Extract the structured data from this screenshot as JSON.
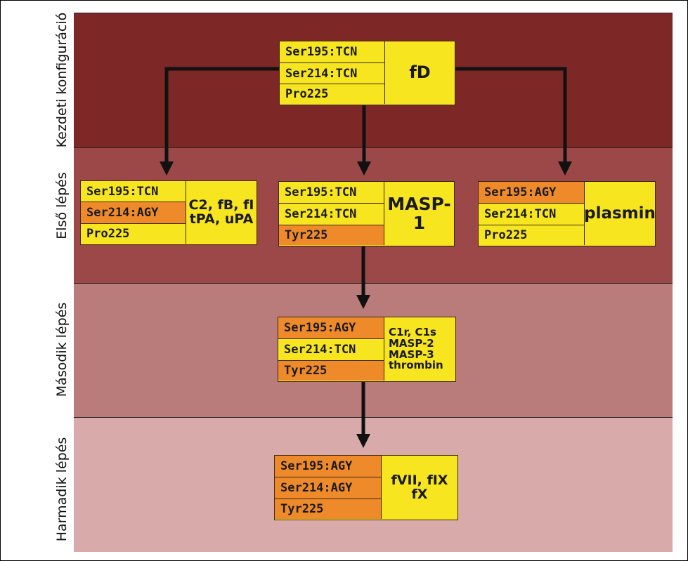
{
  "bands": [
    {
      "label": "Kezdeti konfiguráció",
      "color": "#7d2826"
    },
    {
      "label": "Első lépés",
      "color": "#9c4748"
    },
    {
      "label": "Második lépés",
      "color": "#ba7b7b"
    },
    {
      "label": "Harmadik lépés",
      "color": "#d8abaa"
    }
  ],
  "nodes": {
    "fd": {
      "rows": [
        {
          "text": "Ser195:TCN",
          "color": "yellow"
        },
        {
          "text": "Ser214:TCN",
          "color": "yellow"
        },
        {
          "text": "Pro225",
          "color": "yellow"
        }
      ],
      "name": "fD"
    },
    "c2": {
      "rows": [
        {
          "text": "Ser195:TCN",
          "color": "yellow"
        },
        {
          "text": "Ser214:AGY",
          "color": "orange"
        },
        {
          "text": "Pro225",
          "color": "yellow"
        }
      ],
      "name": "C2, fB, fI\ntPA, uPA"
    },
    "masp1": {
      "rows": [
        {
          "text": "Ser195:TCN",
          "color": "yellow"
        },
        {
          "text": "Ser214:TCN",
          "color": "yellow"
        },
        {
          "text": "Tyr225",
          "color": "orange"
        }
      ],
      "name": "MASP-1"
    },
    "plasmin": {
      "rows": [
        {
          "text": "Ser195:AGY",
          "color": "orange"
        },
        {
          "text": "Ser214:TCN",
          "color": "yellow"
        },
        {
          "text": "Pro225",
          "color": "yellow"
        }
      ],
      "name": "plasmin"
    },
    "c1r": {
      "rows": [
        {
          "text": "Ser195:AGY",
          "color": "orange"
        },
        {
          "text": "Ser214:TCN",
          "color": "yellow"
        },
        {
          "text": "Tyr225",
          "color": "orange"
        }
      ],
      "name": "C1r, C1s\nMASP-2\nMASP-3\nthrombin"
    },
    "fvii": {
      "rows": [
        {
          "text": "Ser195:AGY",
          "color": "orange"
        },
        {
          "text": "Ser214:AGY",
          "color": "orange"
        },
        {
          "text": "Tyr225",
          "color": "orange"
        }
      ],
      "name": "fVII, fIX\nfX"
    }
  }
}
